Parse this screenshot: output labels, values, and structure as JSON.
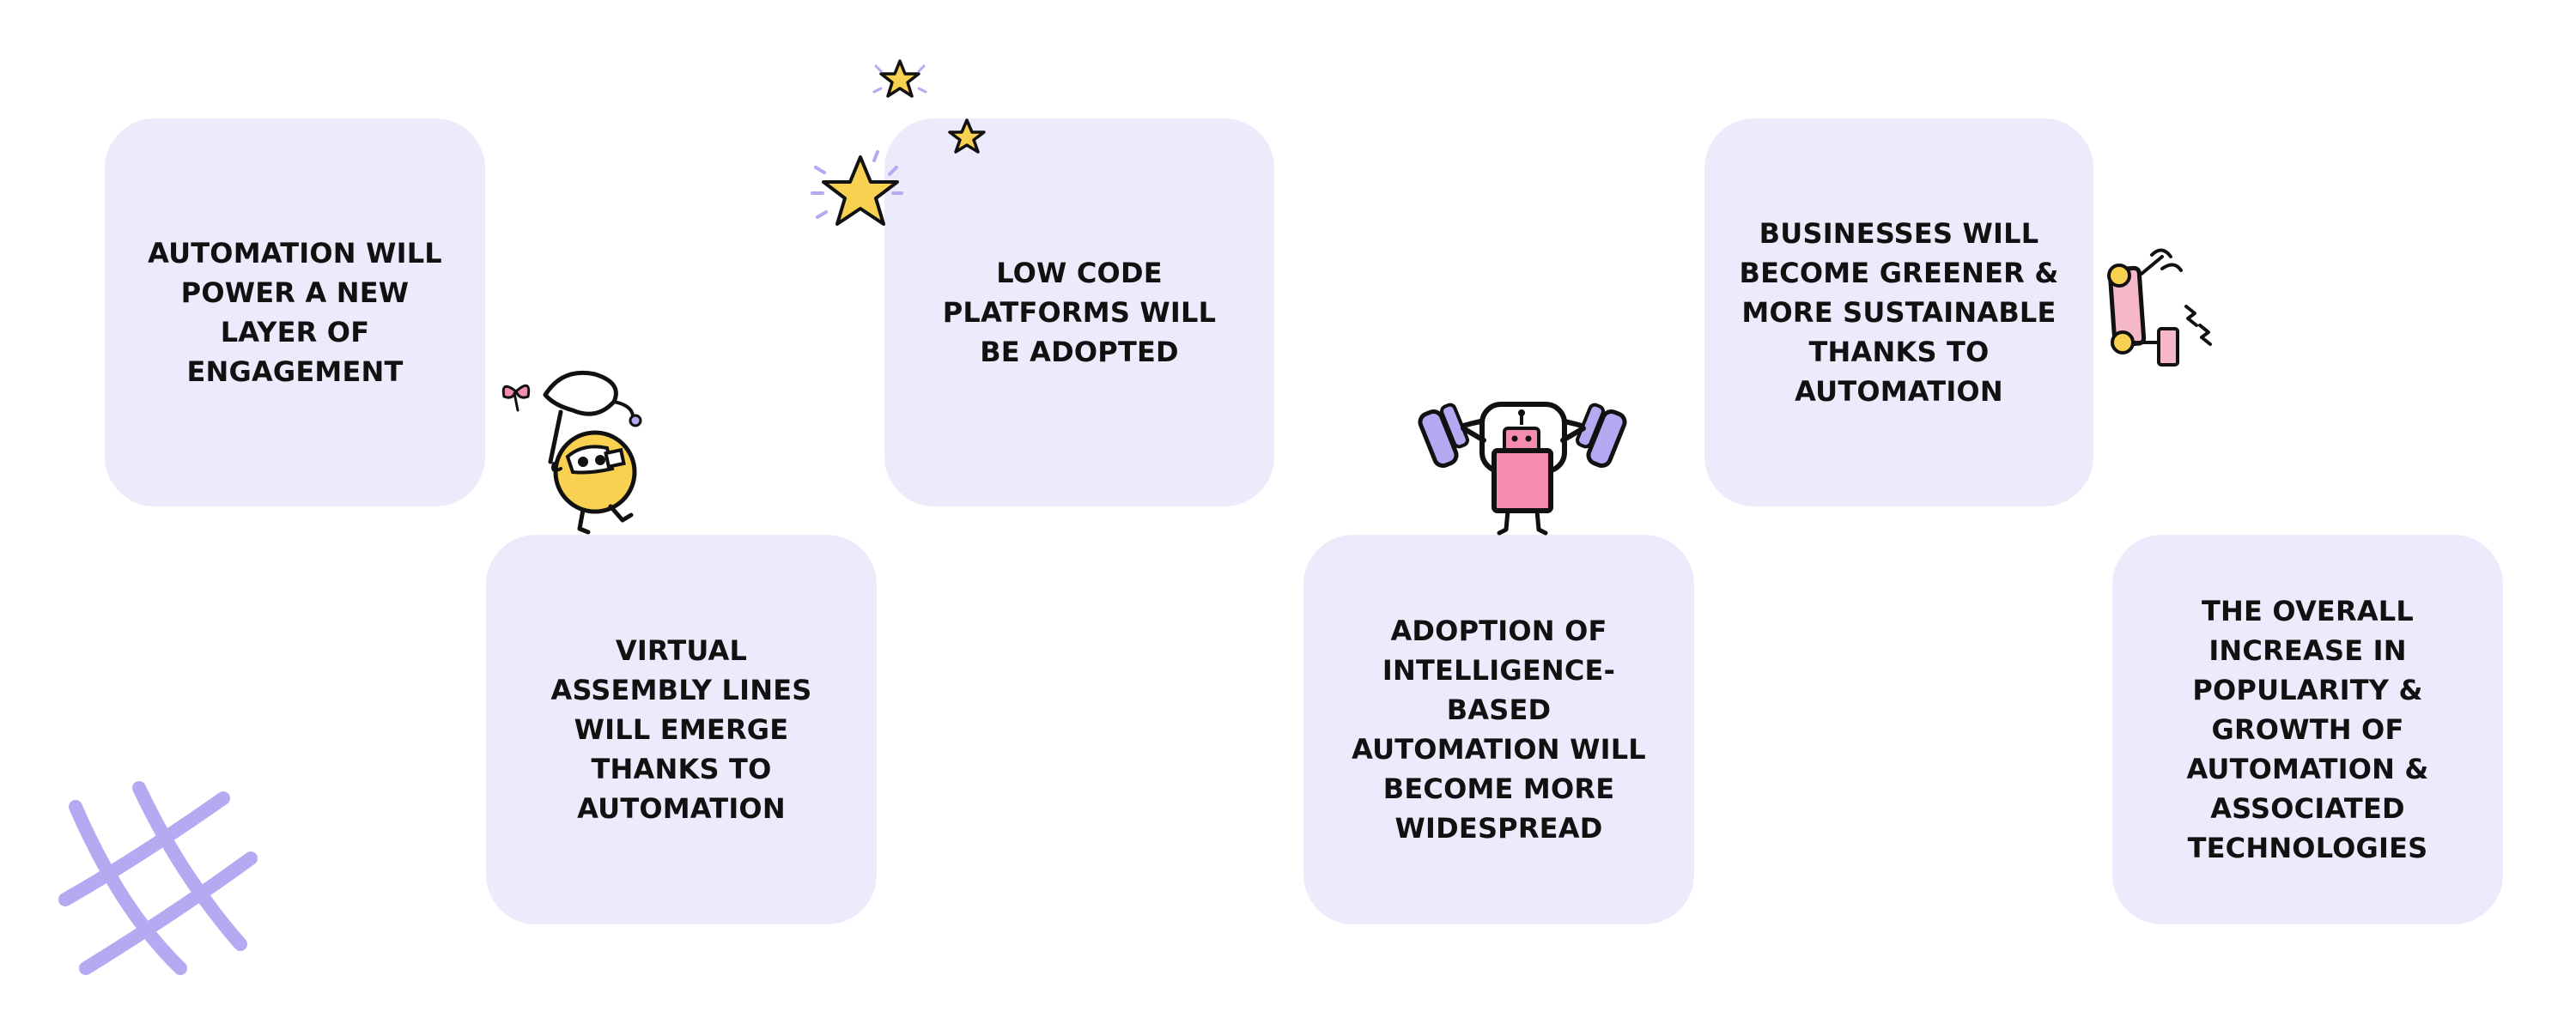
{
  "cards": [
    {
      "id": "c1",
      "text": "AUTOMATION WILL POWER A NEW LAYER OF ENGAGEMENT"
    },
    {
      "id": "c2",
      "text": "VIRTUAL ASSEMBLY LINES WILL EMERGE THANKS TO AUTOMATION"
    },
    {
      "id": "c3",
      "text": "LOW CODE PLATFORMS WILL BE ADOPTED"
    },
    {
      "id": "c4",
      "text": "ADOPTION OF INTELLIGENCE-BASED AUTOMATION WILL BECOME MORE WIDESPREAD"
    },
    {
      "id": "c5",
      "text": "BUSINESSES WILL BECOME GREENER & MORE SUSTAINABLE THANKS TO AUTOMATION"
    },
    {
      "id": "c6",
      "text": "THE OVERALL INCREASE IN POPULARITY & GROWTH OF AUTOMATION & ASSOCIATED TECHNOLOGIES"
    }
  ],
  "decorations": {
    "hash": "hash-scribble-icon",
    "stars": "stars-icon",
    "butterfly_catcher": "butterfly-net-character-icon",
    "weightlifter": "weightlifting-robot-icon",
    "dumbbell": "dumbbell-icon"
  },
  "colors": {
    "card_background": "#ecebfc",
    "text": "#111111",
    "purple_accent": "#b7a8f2",
    "yellow_accent": "#f9d150",
    "pink_accent": "#f48bb0"
  }
}
